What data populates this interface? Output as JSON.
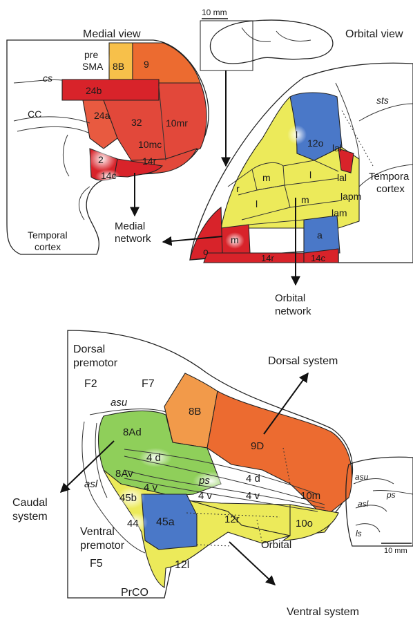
{
  "colors": {
    "red": "#d8232a",
    "red_orange": "#e2483a",
    "orange": "#ec6b30",
    "light_orange": "#f29a4a",
    "yellow": "#ecea5a",
    "pale_yellow": "#f2f0a6",
    "blue": "#4a78c8",
    "green": "#8fcf5a",
    "brain_bg": "#fbf0e6"
  },
  "top": {
    "medial_title": "Medial view",
    "orbital_title": "Orbital view",
    "scale": "10 mm",
    "medial_labels": {
      "cs": "cs",
      "pre": "pre",
      "sma": "SMA",
      "a8b": "8B",
      "a9": "9",
      "a24b": "24b",
      "cc": "CC",
      "a24a": "24a",
      "a32": "32",
      "a10mr": "10mr",
      "a10mc": "10mc",
      "a2": "2",
      "a14r": "14r",
      "a14c": "14c",
      "temporal": "Temporal",
      "cortex": "cortex"
    },
    "medial_network": [
      "Medial",
      "network"
    ],
    "orbital_labels": {
      "sts": "sts",
      "l1": "l",
      "a12o": "12o",
      "lal1": "lal",
      "lal2": "lal",
      "lapm": "lapm",
      "lam": "lam",
      "m1": "m",
      "l2": "l",
      "r": "r",
      "l3": "l",
      "m2": "m",
      "m3": "m",
      "a": "a",
      "o": "o",
      "a14r": "14r",
      "a14c": "14c",
      "temporal": "Tempora",
      "cortex": "cortex"
    },
    "orbital_network": [
      "Orbital",
      "network"
    ]
  },
  "bottom": {
    "dorsal_premotor": [
      "Dorsal",
      "premotor"
    ],
    "f2": "F2",
    "f7": "F7",
    "asu": "asu",
    "a8b": "8B",
    "dorsal_system": "Dorsal system",
    "a8ad": "8Ad",
    "a9d": "9D",
    "a4d_1": "4 d",
    "a8av": "8Av",
    "asl": "asl",
    "ps": "ps",
    "a4d_2": "4 d",
    "a10m": "10m",
    "a4v_1": "4 v",
    "a4v_2": "4 v",
    "a4v_3": "4 v",
    "caudal_system": [
      "Caudal",
      "system"
    ],
    "a45b": "45b",
    "a12r": "12r",
    "a10o": "10o",
    "a44": "44",
    "a45a": "45a",
    "orbital": "Orbital",
    "ventral_premotor": [
      "Ventral",
      "premotor"
    ],
    "f5": "F5",
    "a12l": "12l",
    "prco": "PrCO",
    "ventral_system": "Ventral system",
    "inset": {
      "asu": "asu",
      "ps": "ps",
      "asl": "asl",
      "ls": "ls",
      "scale": "10 mm"
    }
  }
}
